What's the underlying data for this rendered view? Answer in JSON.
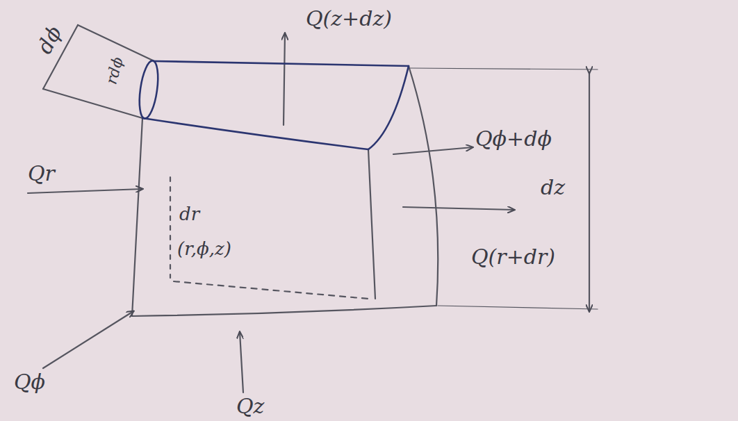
{
  "diagram": {
    "labels": [
      "dϕ",
      "rdϕ",
      "Q(z+dz)",
      "Qr",
      "dr",
      "Qϕ+dϕ",
      "dz",
      "Q(r+dr)",
      "(r,ϕ,z)",
      "Qϕ",
      "Qz"
    ]
  }
}
